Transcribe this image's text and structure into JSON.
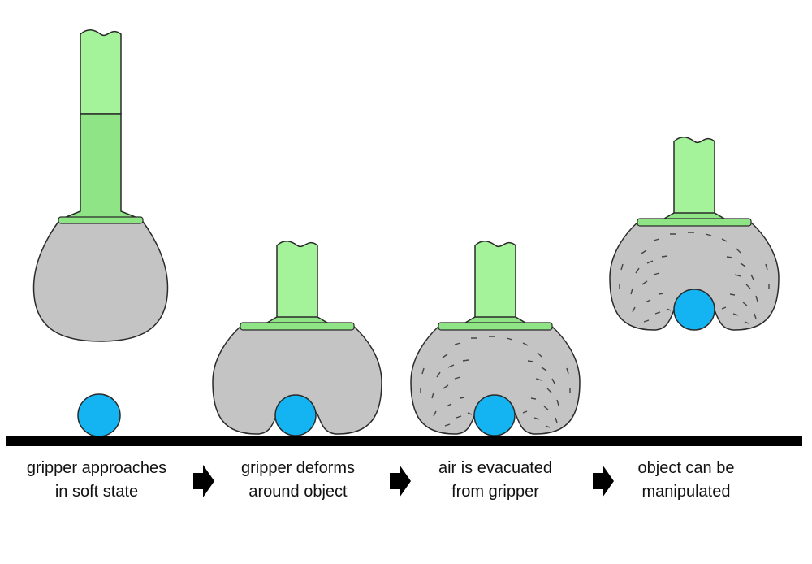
{
  "colors": {
    "stem": "#a4f29a",
    "collar": "#8fe486",
    "body": "#c4c4c4",
    "object": "#14b4f2",
    "outline": "#2a2a2a",
    "ground": "#000000"
  },
  "steps": [
    {
      "line1": "gripper approaches",
      "line2": "in soft state",
      "icon": "gripper-soft"
    },
    {
      "line1": "gripper deforms",
      "line2": "around object",
      "icon": "gripper-deformed"
    },
    {
      "line1": "air is evacuated",
      "line2": "from gripper",
      "icon": "gripper-jammed"
    },
    {
      "line1": "object can be",
      "line2": "manipulated",
      "icon": "gripper-lifting"
    }
  ],
  "arrow_icon": "right-arrow-icon"
}
